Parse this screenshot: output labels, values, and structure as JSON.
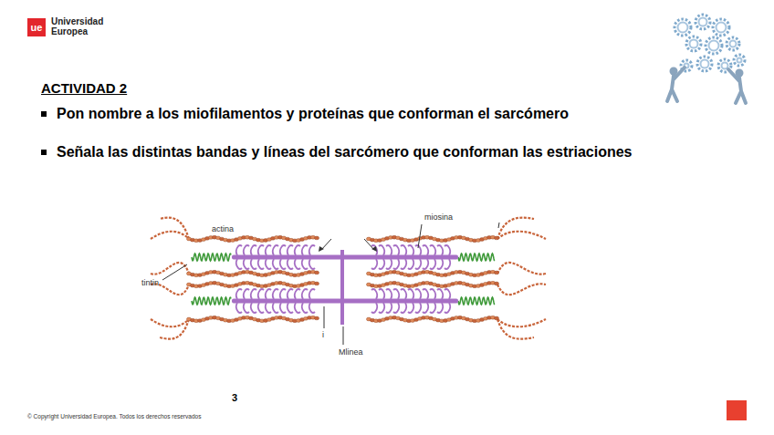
{
  "diagram": {
    "title": "ACTIVIDAD 2",
    "labels": [
      "ue",
      "Universidad Europea",
      "Pon nombre a los miofilamentos y proteínas que conforman el sarcómero",
      "Señala las distintas bandas y líneas del sarcómero que conforman las estriaciones",
      "actina",
      "miosina",
      "tintin",
      "i",
      "Mlinea",
      "3",
      "© Copyright Universidad Europea. Todos los derechos reservados"
    ]
  }
}
